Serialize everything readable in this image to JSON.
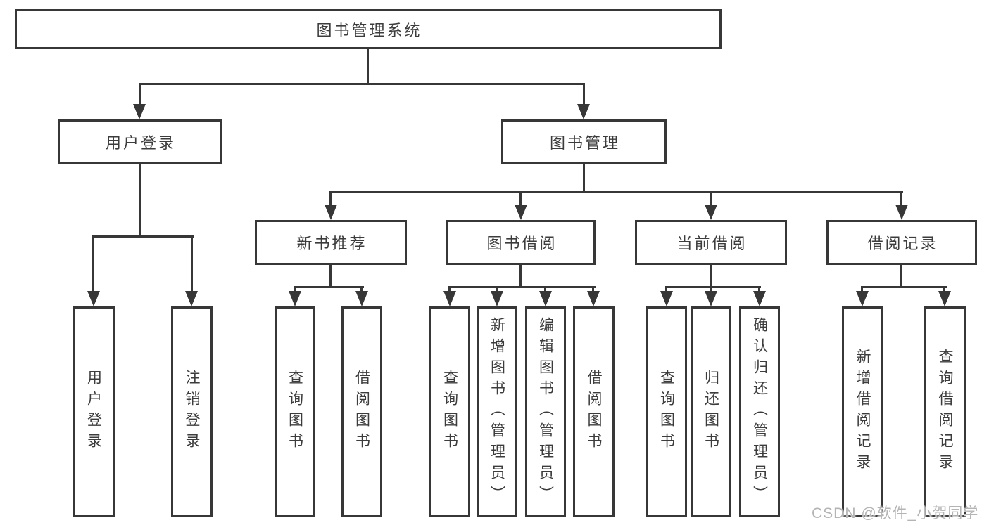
{
  "tree": {
    "label": "图书管理系统",
    "children": [
      {
        "label": "用户登录",
        "children": [
          {
            "label": "用户登录"
          },
          {
            "label": "注销登录"
          }
        ]
      },
      {
        "label": "图书管理",
        "children": [
          {
            "label": "新书推荐",
            "children": [
              {
                "label": "查询图书"
              },
              {
                "label": "借阅图书"
              }
            ]
          },
          {
            "label": "图书借阅",
            "children": [
              {
                "label": "查询图书"
              },
              {
                "label": "新增图书（管理员）"
              },
              {
                "label": "编辑图书（管理员）"
              },
              {
                "label": "借阅图书"
              }
            ]
          },
          {
            "label": "当前借阅",
            "children": [
              {
                "label": "查询图书"
              },
              {
                "label": "归还图书"
              },
              {
                "label": "确认归还（管理员）"
              }
            ]
          },
          {
            "label": "借阅记录",
            "children": [
              {
                "label": "新增借阅记录"
              },
              {
                "label": "查询借阅记录"
              }
            ]
          }
        ]
      }
    ]
  },
  "watermark": {
    "text": "CSDN @软件_小贺同学"
  },
  "colors": {
    "stroke": "#373737",
    "text": "#3c3c3c",
    "background": "#ffffff",
    "watermark": "#b4b4b4"
  }
}
